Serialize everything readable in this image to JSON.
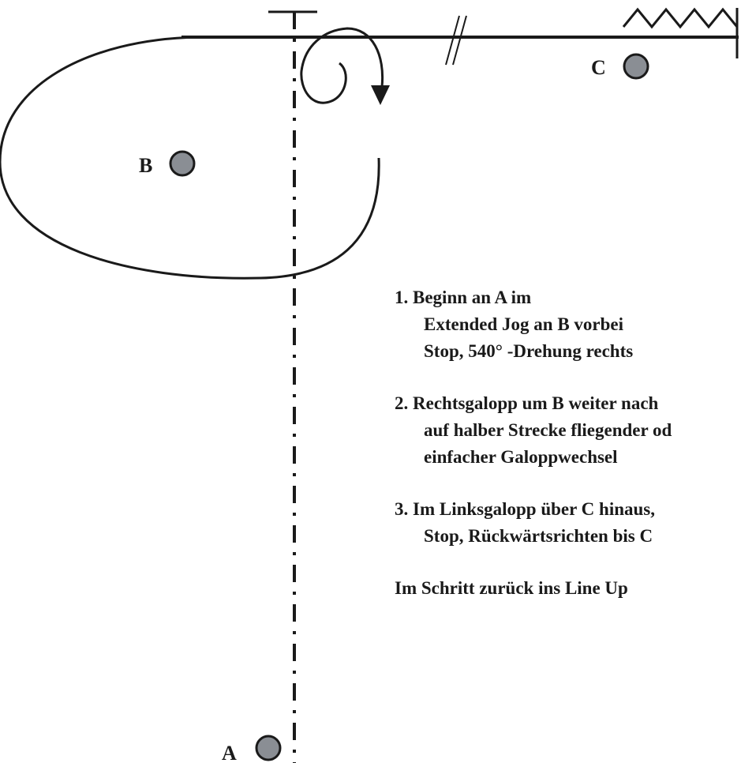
{
  "markers": {
    "a": {
      "label": "A",
      "color": "#8a8e94"
    },
    "b": {
      "label": "B",
      "color": "#8a8e94"
    },
    "c": {
      "label": "C",
      "color": "#8a8e94"
    }
  },
  "instructions": {
    "steps": [
      {
        "lines": [
          "1. Beginn an A im",
          "Extended Jog an B vorbei",
          "Stop, 540° -Drehung rechts"
        ]
      },
      {
        "lines": [
          "2. Rechtsgalopp um B weiter nach",
          "auf halber Strecke fliegender od",
          "einfacher Galoppwechsel"
        ]
      },
      {
        "lines": [
          "3. Im Linksgalopp über C hinaus,",
          "Stop, Rückwärtsrichten bis C"
        ]
      }
    ],
    "closing": "Im Schritt zurück ins Line Up"
  },
  "colors": {
    "stroke": "#1a1a1a",
    "marker_fill": "#8a8e94"
  }
}
